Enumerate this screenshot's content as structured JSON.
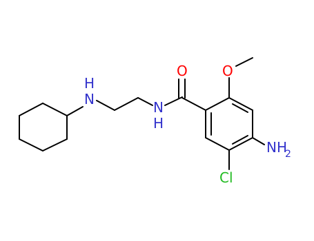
{
  "molecule": {
    "atoms": {
      "n_amine": "N",
      "h_amine": "H",
      "n_amide": "N",
      "h_amide": "H",
      "o_carbonyl": "O",
      "o_methoxy": "O",
      "cl": "Cl",
      "nh2_main": "NH",
      "nh2_sub": "2"
    },
    "colors": {
      "bond": "#000000",
      "nitrogen": "#3333cc",
      "oxygen": "#ff0000",
      "chlorine": "#22bb22"
    }
  }
}
